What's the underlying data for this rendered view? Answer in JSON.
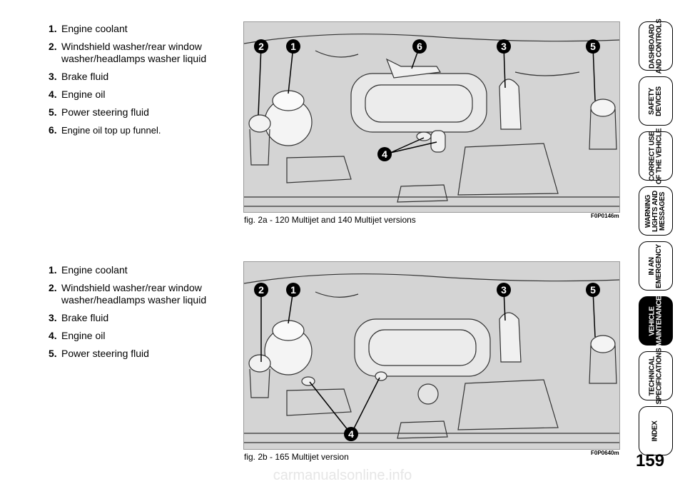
{
  "section1": {
    "items": [
      {
        "num": "1.",
        "text": "Engine coolant"
      },
      {
        "num": "2.",
        "text": "Windshield washer/rear window washer/headlamps washer liquid"
      },
      {
        "num": "3.",
        "text": "Brake fluid"
      },
      {
        "num": "4.",
        "text": "Engine oil"
      },
      {
        "num": "5.",
        "text": "Power steering fluid"
      },
      {
        "num": "6.",
        "text": "Engine oil top up funnel."
      }
    ]
  },
  "section2": {
    "items": [
      {
        "num": "1.",
        "text": "Engine coolant"
      },
      {
        "num": "2.",
        "text": "Windshield washer/rear window washer/headlamps washer liquid"
      },
      {
        "num": "3.",
        "text": "Brake fluid"
      },
      {
        "num": "4.",
        "text": "Engine oil"
      },
      {
        "num": "5.",
        "text": "Power steering fluid"
      }
    ]
  },
  "figure1": {
    "caption": "fig. 2a - 120 Multijet and 140 Multijet versions",
    "code": "F0P0146m",
    "callouts": [
      "2",
      "1",
      "6",
      "3",
      "5",
      "4"
    ]
  },
  "figure2": {
    "caption": "fig. 2b - 165 Multijet version",
    "code": "F0P0640m",
    "callouts": [
      "2",
      "1",
      "3",
      "5",
      "4"
    ]
  },
  "tabs": [
    {
      "label": "DASHBOARD\nAND CONTROLS",
      "active": false
    },
    {
      "label": "SAFETY\nDEVICES",
      "active": false
    },
    {
      "label": "CORRECT USE\nOF THE VEHICLE",
      "active": false
    },
    {
      "label": "WARNING\nLIGHTS AND\nMESSAGES",
      "active": false
    },
    {
      "label": "IN AN\nEMERGENCY",
      "active": false
    },
    {
      "label": "VEHICLE\nMAINTENANCE",
      "active": true
    },
    {
      "label": "TECHNICAL\nSPECIFICATIONS",
      "active": false
    },
    {
      "label": "INDEX",
      "active": false
    }
  ],
  "page_number": "159",
  "watermark": "carmanualsonline.info"
}
